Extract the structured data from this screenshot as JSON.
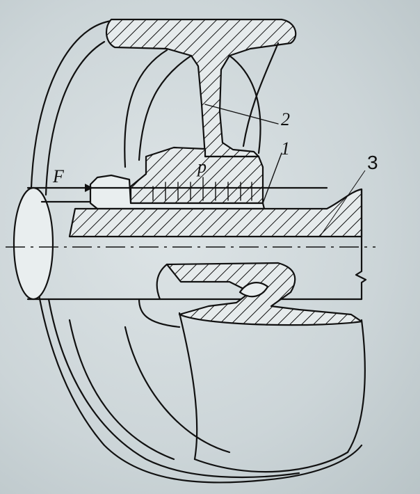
{
  "labels": {
    "force": "F",
    "pressure": "p",
    "part_1": "1",
    "part_2": "2",
    "part_3": "3"
  },
  "colors": {
    "paper": "#d6dee0",
    "ink": "#111111"
  }
}
